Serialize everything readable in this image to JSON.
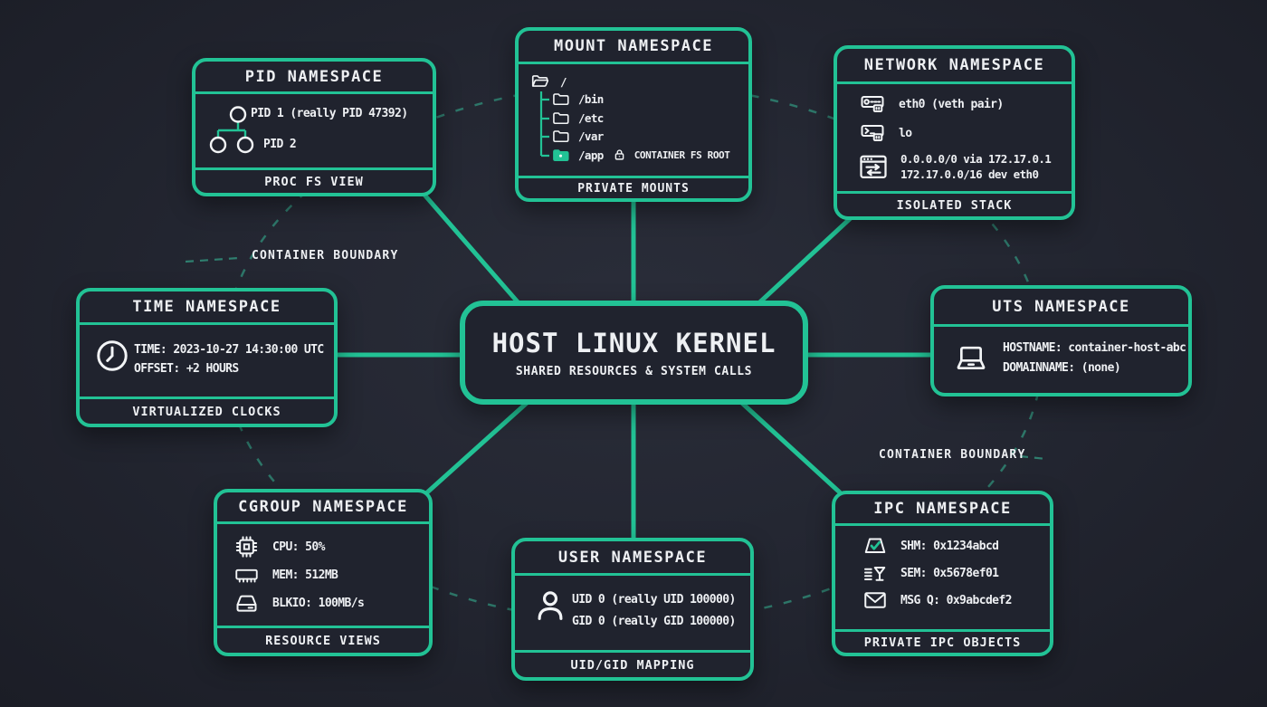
{
  "colors": {
    "accent": "#22c295",
    "boundary_dash": "#2f7f6f",
    "background": "#232631",
    "box_background": "#20232e",
    "text": "#eef0f3"
  },
  "center_node": {
    "title": "HOST LINUX KERNEL",
    "subtitle": "SHARED RESOURCES & SYSTEM CALLS"
  },
  "boundary_labels": [
    "CONTAINER BOUNDARY",
    "CONTAINER BOUNDARY"
  ],
  "pid": {
    "title": "PID NAMESPACE",
    "footer": "PROC FS VIEW",
    "row1": "PID 1 (really PID 47392)",
    "row2": "PID 2"
  },
  "mount": {
    "title": "MOUNT NAMESPACE",
    "footer": "PRIVATE MOUNTS",
    "root": "/",
    "children": [
      "/bin",
      "/etc",
      "/var",
      "/app"
    ],
    "badge": "CONTAINER FS ROOT"
  },
  "network": {
    "title": "NETWORK NAMESPACE",
    "footer": "ISOLATED STACK",
    "rows": [
      {
        "icon": "nic-icon",
        "text": "eth0 (veth pair)"
      },
      {
        "icon": "loopback-terminal-icon",
        "text": "lo"
      },
      {
        "icon": "route-table-icon",
        "line1": "0.0.0.0/0 via 172.17.0.1",
        "line2": "172.17.0.0/16 dev eth0"
      }
    ]
  },
  "time": {
    "title": "TIME NAMESPACE",
    "footer": "VIRTUALIZED CLOCKS",
    "line1": "TIME: 2023-10-27 14:30:00 UTC",
    "line2": "OFFSET: +2 HOURS"
  },
  "uts": {
    "title": "UTS NAMESPACE",
    "line1": "HOSTNAME: container-host-abc",
    "line2": "DOMAINNAME: (none)"
  },
  "cgroup": {
    "title": "CGROUP NAMESPACE",
    "footer": "RESOURCE VIEWS",
    "rows": [
      {
        "icon": "cpu-icon",
        "text": "CPU: 50%"
      },
      {
        "icon": "ram-icon",
        "text": "MEM: 512MB"
      },
      {
        "icon": "disk-icon",
        "text": "BLKIO: 100MB/s"
      }
    ]
  },
  "user": {
    "title": "USER NAMESPACE",
    "footer": "UID/GID MAPPING",
    "line1": "UID 0 (really UID 100000)",
    "line2": "GID 0 (really GID 100000)"
  },
  "ipc": {
    "title": "IPC NAMESPACE",
    "footer": "PRIVATE IPC OBJECTS",
    "rows": [
      {
        "icon": "shared-memory-icon",
        "text": "SHM: 0x1234abcd"
      },
      {
        "icon": "semaphore-icon",
        "text": "SEM: 0x5678ef01"
      },
      {
        "icon": "message-queue-icon",
        "text": "MSG Q: 0x9abcdef2"
      }
    ]
  }
}
